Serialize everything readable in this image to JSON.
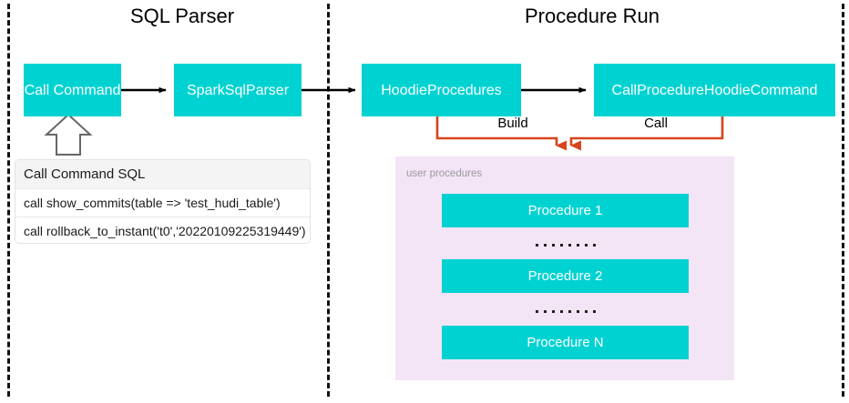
{
  "diagram": {
    "title_left": "SQL Parser",
    "title_right": "Procedure Run",
    "colors": {
      "box_fill": "#00d2d2",
      "box_text": "#ffffff",
      "panel_fill": "#f3e5f6",
      "connector_black": "#000000",
      "connector_orange": "#d8441b",
      "divider": "#111111",
      "table_header_fill": "#f4f4f4"
    },
    "nodes": [
      {
        "id": "call-command",
        "label": "Call Command"
      },
      {
        "id": "spark-sql-parser",
        "label": "SparkSqlParser"
      },
      {
        "id": "hoodie-procedures",
        "label": "HoodieProcedures"
      },
      {
        "id": "call-procedure-hoodie-command",
        "label": "CallProcedureHoodieCommand"
      }
    ],
    "edge_labels": {
      "build": "Build",
      "call": "Call"
    },
    "sql_table": {
      "header": "Call Command SQL",
      "rows": [
        "call show_commits(table => 'test_hudi_table')",
        "call rollback_to_instant('t0','20220109225319449')"
      ]
    },
    "procedures_panel": {
      "caption": "user procedures",
      "items": [
        {
          "label": "Procedure 1"
        },
        {
          "label": "Procedure 2"
        },
        {
          "label": "Procedure N"
        }
      ],
      "ellipsis_dot_count": 8
    }
  }
}
